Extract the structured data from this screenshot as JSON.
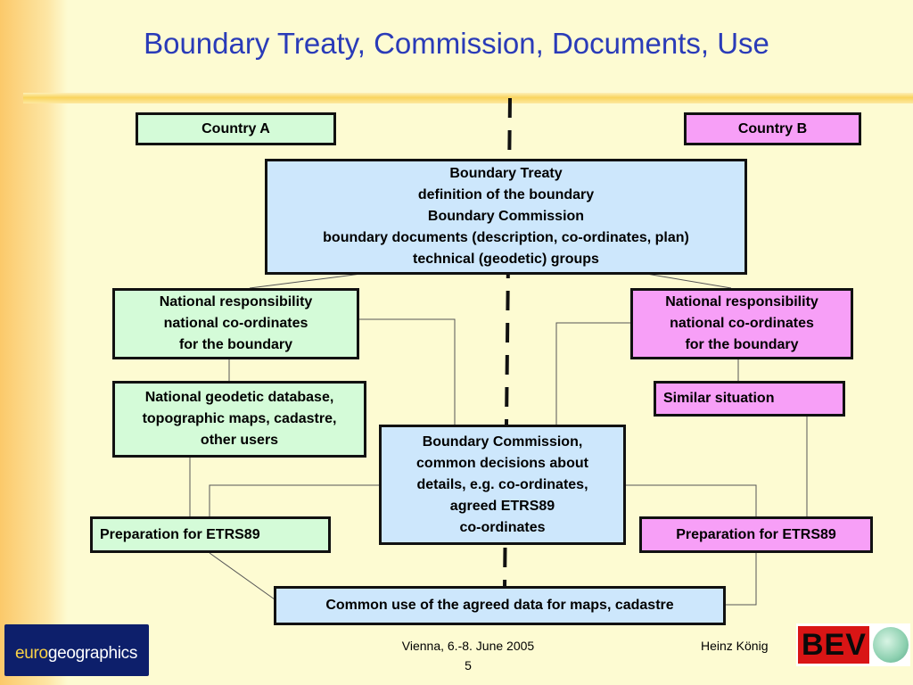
{
  "title": "Boundary Treaty, Commission, Documents, Use",
  "colors": {
    "green": "#d4fbd8",
    "pink": "#f79ff7",
    "blue": "#cde7fc",
    "title": "#2a3bb8"
  },
  "country_a": "Country A",
  "country_b": "Country B",
  "treaty": {
    "lines": [
      "Boundary Treaty",
      "definition of the boundary",
      "Boundary Commission",
      "boundary documents (description, co-ordinates, plan)",
      "technical (geodetic) groups"
    ]
  },
  "national_a": {
    "lines": [
      "National responsibility",
      "national co-ordinates",
      "for the boundary"
    ]
  },
  "national_b": {
    "lines": [
      "National responsibility",
      "national co-ordinates",
      "for the boundary"
    ]
  },
  "geodetic_a": {
    "lines": [
      "National geodetic database,",
      "topographic maps, cadastre,",
      "other users"
    ]
  },
  "similar_b": "Similar situation",
  "commission": {
    "lines": [
      "Boundary Commission,",
      "common decisions about",
      "details, e.g. co-ordinates,",
      "agreed  ETRS89",
      "co-ordinates"
    ]
  },
  "prep_a": "Preparation for ETRS89",
  "prep_b": "Preparation for ETRS89",
  "common_use": "Common use of the agreed data for maps, cadastre",
  "footer": {
    "place_date": "Vienna, 6.-8. June 2005",
    "page": "5",
    "author": "Heinz König"
  },
  "logos": {
    "eurogeographics_prefix": "euro",
    "eurogeographics_rest": "geographics",
    "bev": "BEV"
  }
}
